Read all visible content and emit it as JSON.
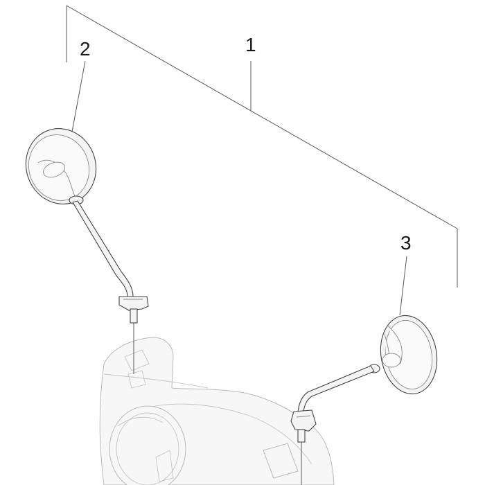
{
  "callouts": {
    "assembly": "1",
    "left_mirror": "2",
    "right_mirror": "3"
  },
  "colors": {
    "background": "#ffffff",
    "line": "#444444",
    "ghost": "#c4c4c4"
  }
}
